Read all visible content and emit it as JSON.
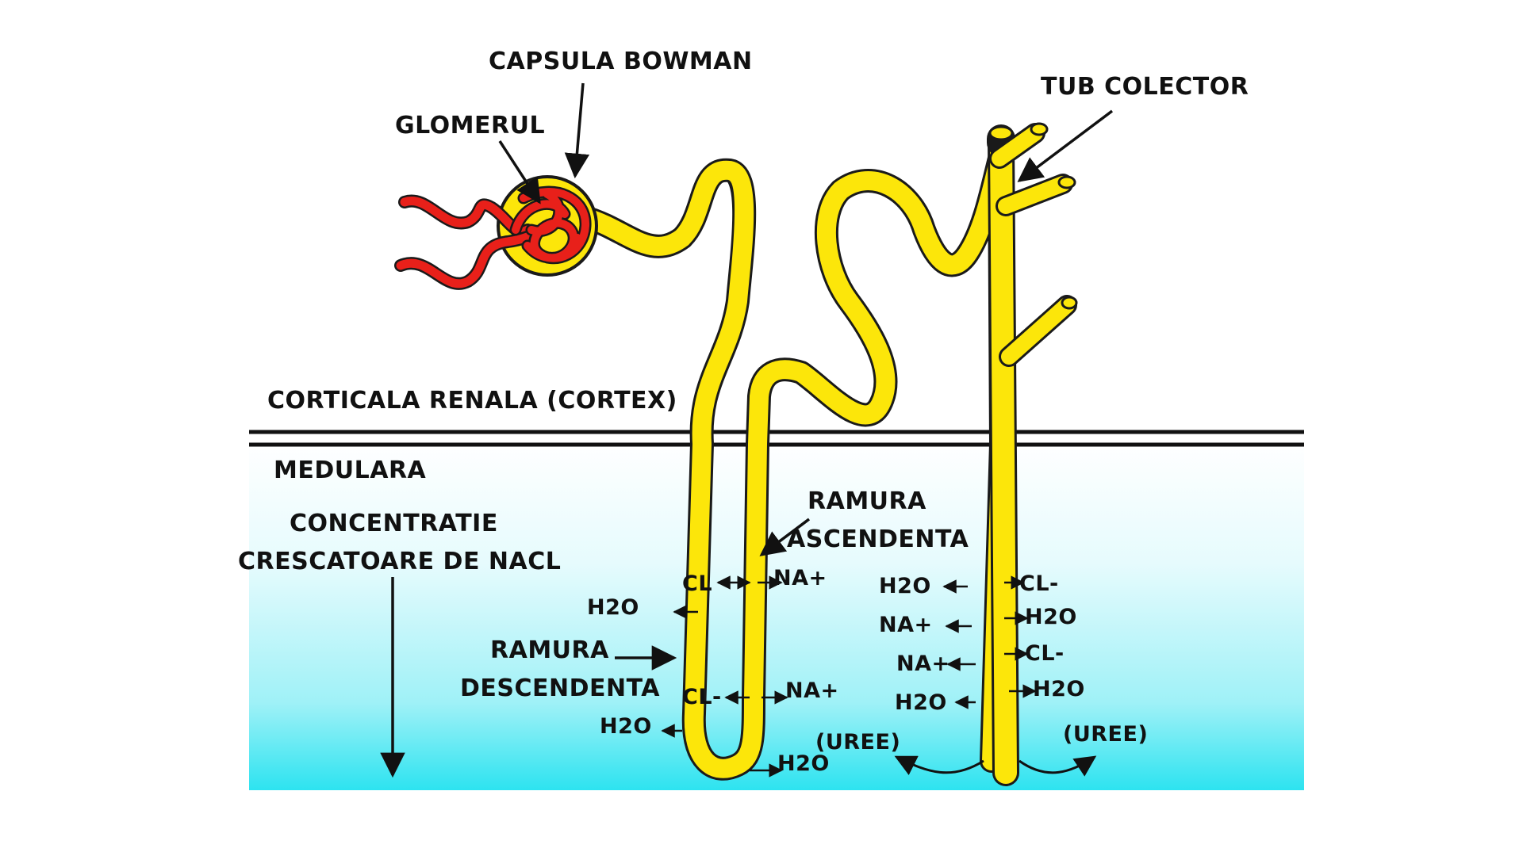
{
  "labels": {
    "capsula_bowman": "CAPSULA BOWMAN",
    "glomerul": "GLOMERUL",
    "tub_colector": "TUB COLECTOR",
    "cortex": "CORTICALA RENALA (CORTEX)",
    "medulara": "MEDULARA",
    "concentratie_1": "CONCENTRATIE",
    "concentratie_2": "CRESCATOARE DE NACL",
    "ramura_asc_1": "RAMURA",
    "ramura_asc_2": "ASCENDENTA",
    "ramura_desc_1": "RAMURA",
    "ramura_desc_2": "DESCENDENTA"
  },
  "ions": {
    "cl_upper": "CL",
    "na_upper": "NA+",
    "h2o_desc_upper": "H2O",
    "cl_lower": "CL-",
    "na_lower": "NA+",
    "h2o_desc_lower": "H2O",
    "h2o_bottom": "H2O",
    "collect_left": [
      "H2O",
      "NA+",
      "NA+",
      "H2O"
    ],
    "collect_right": [
      "CL-",
      "H2O",
      "CL-",
      "H2O"
    ],
    "uree_left": "(UREE)",
    "uree_right": "(UREE)"
  },
  "colors": {
    "tubule": "#fce60a",
    "tubule_edge": "#1a1a1a",
    "glomerulus": "#e8201a",
    "medulla_top": "#ffffff",
    "medulla_bottom": "#2de3f0"
  }
}
